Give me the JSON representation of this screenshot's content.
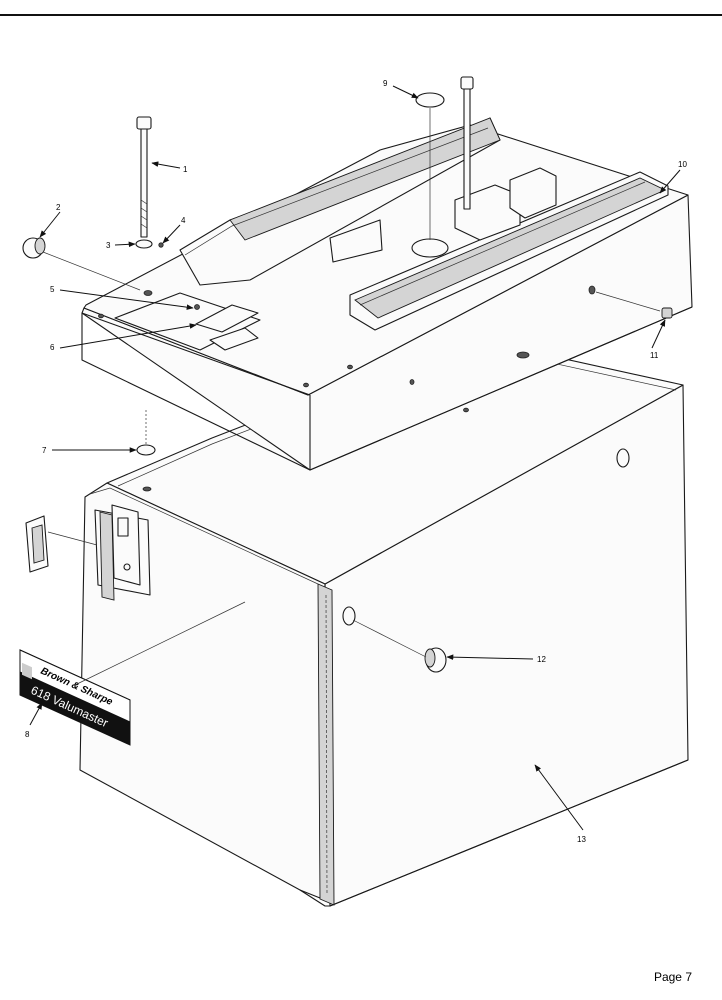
{
  "page": {
    "number_label": "Page 7"
  },
  "nameplate": {
    "line1": "Brown & Sharpe",
    "line2": "618 Valumaster"
  },
  "callouts": {
    "c1": "1",
    "c2": "2",
    "c3": "3",
    "c4": "4",
    "c5": "5",
    "c6": "6",
    "c7": "7",
    "c8": "8",
    "c9": "9",
    "c10": "10",
    "c11": "11",
    "c12": "12",
    "c13": "13"
  }
}
